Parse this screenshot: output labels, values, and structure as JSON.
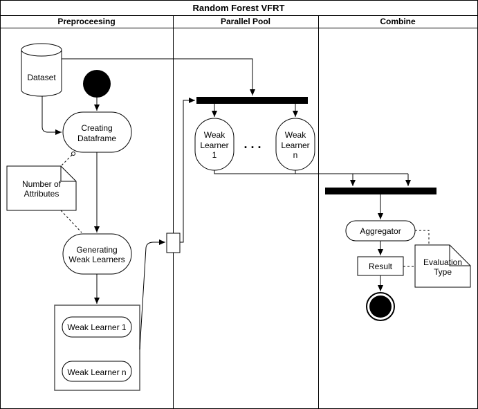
{
  "diagram": {
    "title": "Random Forest VFRT",
    "lanes": [
      {
        "label": "Preproceesing"
      },
      {
        "label": "Parallel Pool"
      },
      {
        "label": "Combine"
      }
    ],
    "nodes": {
      "dataset": "Dataset",
      "creating_dataframe": [
        "Creating",
        "Dataframe"
      ],
      "number_of_attributes": [
        "Number of",
        "Attributes"
      ],
      "generating_weak_learners": [
        "Generating",
        "Weak Learners"
      ],
      "weak_learner_1_item": "Weak Learner 1",
      "weak_learner_n_item": "Weak Learner n",
      "pool_weak_learner_1": [
        "Weak",
        "Learner",
        "1"
      ],
      "pool_weak_learner_n": [
        "Weak",
        "Learner",
        "n"
      ],
      "ellipsis": ". . .",
      "aggregator": "Aggregator",
      "result": "Result",
      "evaluation_type": [
        "Evaluation",
        "Type"
      ]
    }
  }
}
